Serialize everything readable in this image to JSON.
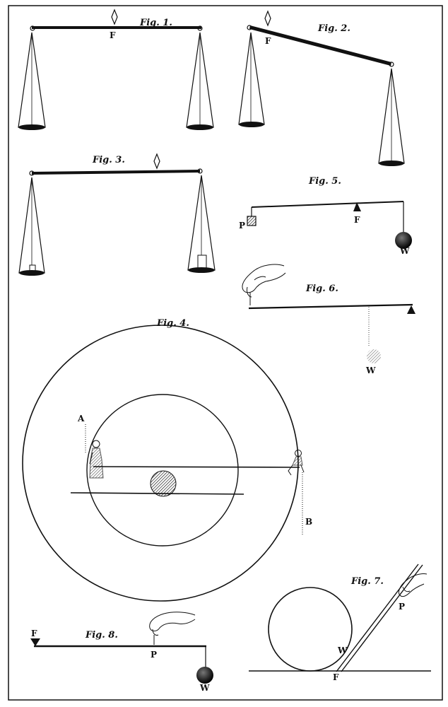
{
  "figures": {
    "fig1": {
      "title": "Fig. 1.",
      "fulcrum": "F"
    },
    "fig2": {
      "title": "Fig. 2.",
      "fulcrum": "F"
    },
    "fig3": {
      "title": "Fig. 3."
    },
    "fig4": {
      "title": "Fig. 4.",
      "point_a": "A",
      "point_b": "B"
    },
    "fig5": {
      "title": "Fig. 5.",
      "power": "P",
      "fulcrum": "F",
      "weight": "W"
    },
    "fig6": {
      "title": "Fig. 6.",
      "weight": "W"
    },
    "fig7": {
      "title": "Fig. 7.",
      "power": "P",
      "weight": "W",
      "fulcrum": "F"
    },
    "fig8": {
      "title": "Fig. 8.",
      "fulcrum": "F",
      "power": "P",
      "weight": "W"
    }
  },
  "colors": {
    "ink": "#111111",
    "paper": "#ffffff"
  }
}
